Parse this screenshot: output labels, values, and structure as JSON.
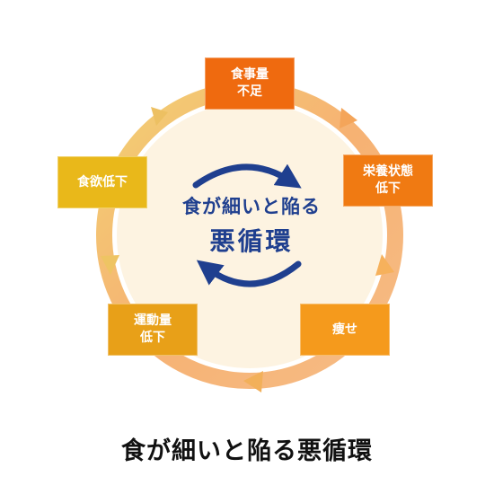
{
  "diagram": {
    "center": {
      "line1": "食が細いと陥る",
      "line2": "悪循環"
    },
    "nodes": [
      {
        "line1": "食事量",
        "line2": "不足",
        "color": "#ef6a0f"
      },
      {
        "line1": "栄養状態",
        "line2": "低下",
        "color": "#f07a12"
      },
      {
        "line1": "痩せ",
        "line2": "",
        "color": "#f59a1c"
      },
      {
        "line1": "運動量",
        "line2": "低下",
        "color": "#e8a018"
      },
      {
        "line1": "食欲低下",
        "line2": "",
        "color": "#e9b81a"
      }
    ],
    "colors": {
      "ring_warm": "#f5a45a",
      "ring_cool": "#efc85a",
      "center_fill": "#fdf3e1",
      "center_text": "#1f3f8f",
      "cycle_arrow": "#1f3f8f"
    }
  },
  "caption": "食が細いと陥る悪循環"
}
